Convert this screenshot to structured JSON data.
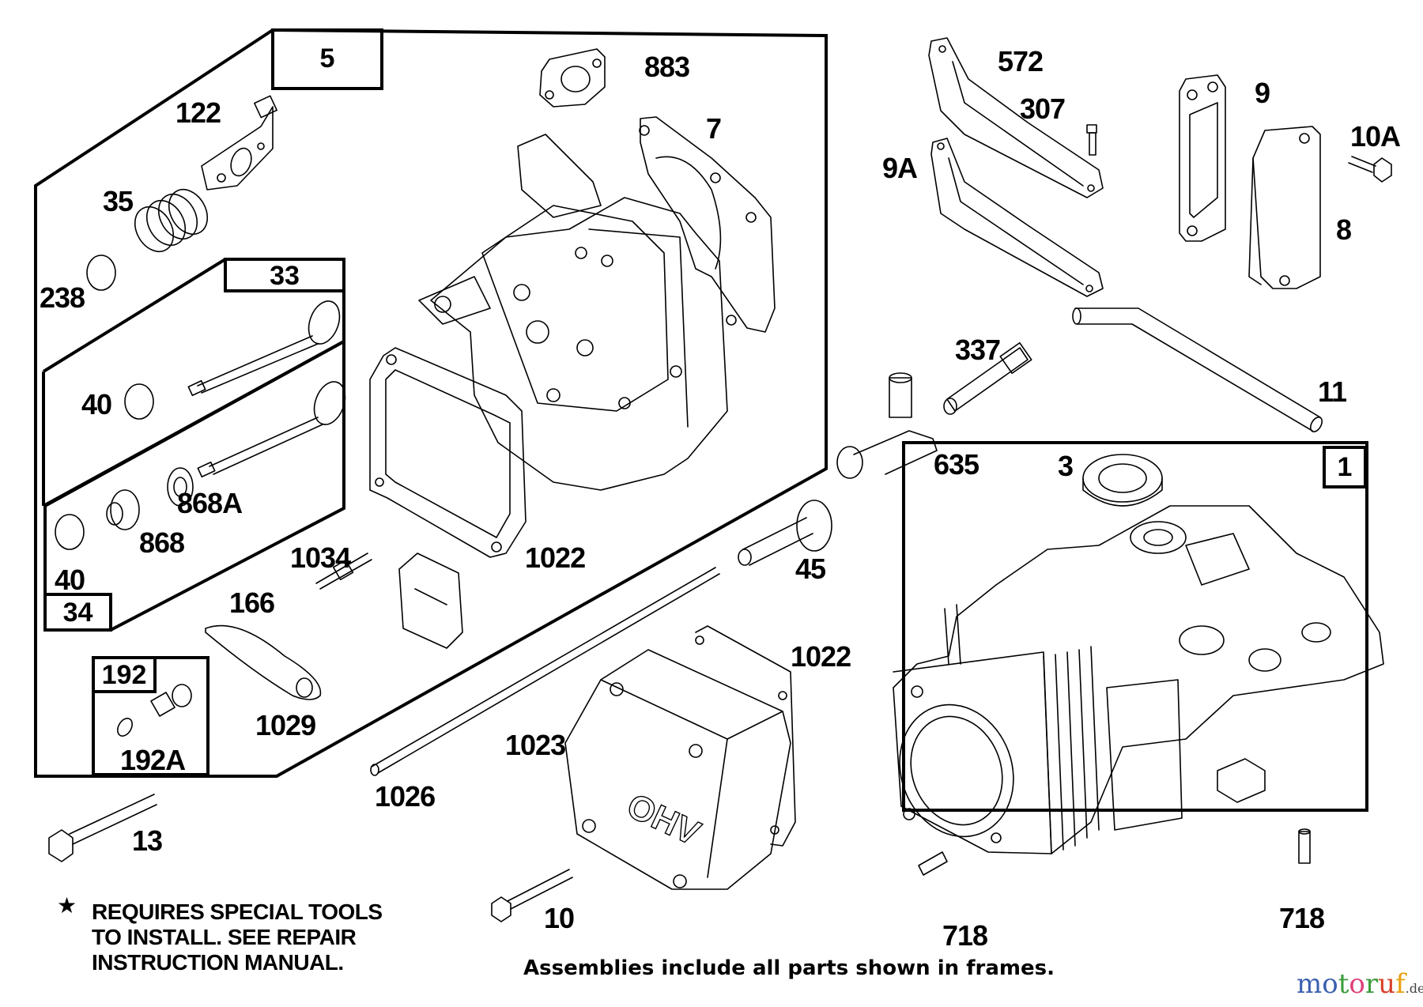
{
  "title": "Cylinder head / cylinder assembly exploded parts diagram",
  "frames": [
    {
      "id": "frame-5",
      "number": "5"
    },
    {
      "id": "frame-33",
      "number": "33"
    },
    {
      "id": "frame-34",
      "number": "34"
    },
    {
      "id": "frame-192",
      "number": "192"
    },
    {
      "id": "frame-1",
      "number": "1"
    }
  ],
  "parts": [
    {
      "number": "122",
      "description": "intake spacer"
    },
    {
      "number": "35",
      "description": "valve spring"
    },
    {
      "number": "238",
      "description": "cap"
    },
    {
      "number": "883",
      "description": "gasket"
    },
    {
      "number": "7",
      "description": "cylinder head gasket"
    },
    {
      "number": "40",
      "description": "retainer (upper)"
    },
    {
      "number": "868A",
      "description": "washer"
    },
    {
      "number": "868",
      "description": "valve seal"
    },
    {
      "number": "40",
      "description": "retainer (lower)"
    },
    {
      "number": "1034",
      "description": "rocker plate"
    },
    {
      "number": "1022",
      "description": "gasket (upper)"
    },
    {
      "number": "166",
      "description": "stud"
    },
    {
      "number": "1029",
      "description": "rocker arm"
    },
    {
      "number": "192A",
      "description": "set screw"
    },
    {
      "number": "13",
      "description": "head bolt"
    },
    {
      "number": "1026",
      "description": "push rod"
    },
    {
      "number": "1023",
      "description": "rocker cover"
    },
    {
      "number": "1022",
      "description": "gasket (lower)"
    },
    {
      "number": "10",
      "description": "cover screw"
    },
    {
      "number": "45",
      "description": "breather tube"
    },
    {
      "number": "572",
      "description": "gasket"
    },
    {
      "number": "307",
      "description": "screw"
    },
    {
      "number": "9A",
      "description": "gasket"
    },
    {
      "number": "9",
      "description": "gasket"
    },
    {
      "number": "10A",
      "description": "screw"
    },
    {
      "number": "8",
      "description": "cover"
    },
    {
      "number": "337",
      "description": "spark plug"
    },
    {
      "number": "11",
      "description": "tube"
    },
    {
      "number": "635",
      "description": "fitting"
    },
    {
      "number": "3",
      "description": "oil seal"
    },
    {
      "number": "718",
      "description": "dowel pin (left)"
    },
    {
      "number": "718",
      "description": "dowel pin (right)"
    }
  ],
  "cover_text": "OHV",
  "notes": {
    "star_icon": "black-star",
    "special_tools_lines": [
      "REQUIRES SPECIAL TOOLS",
      "TO INSTALL.  SEE REPAIR",
      "INSTRUCTION MANUAL."
    ],
    "assemblies": "Assemblies include all parts shown in frames."
  },
  "watermark": {
    "letters": [
      "m",
      "o",
      "t",
      "o",
      "r",
      "u",
      "f"
    ],
    "colors": [
      "#3b5fb0",
      "#3b5fb0",
      "#3a9c3a",
      "#e0407a",
      "#3a9c3a",
      "#d8402a",
      "#e8a010"
    ],
    "tld": ".de"
  }
}
